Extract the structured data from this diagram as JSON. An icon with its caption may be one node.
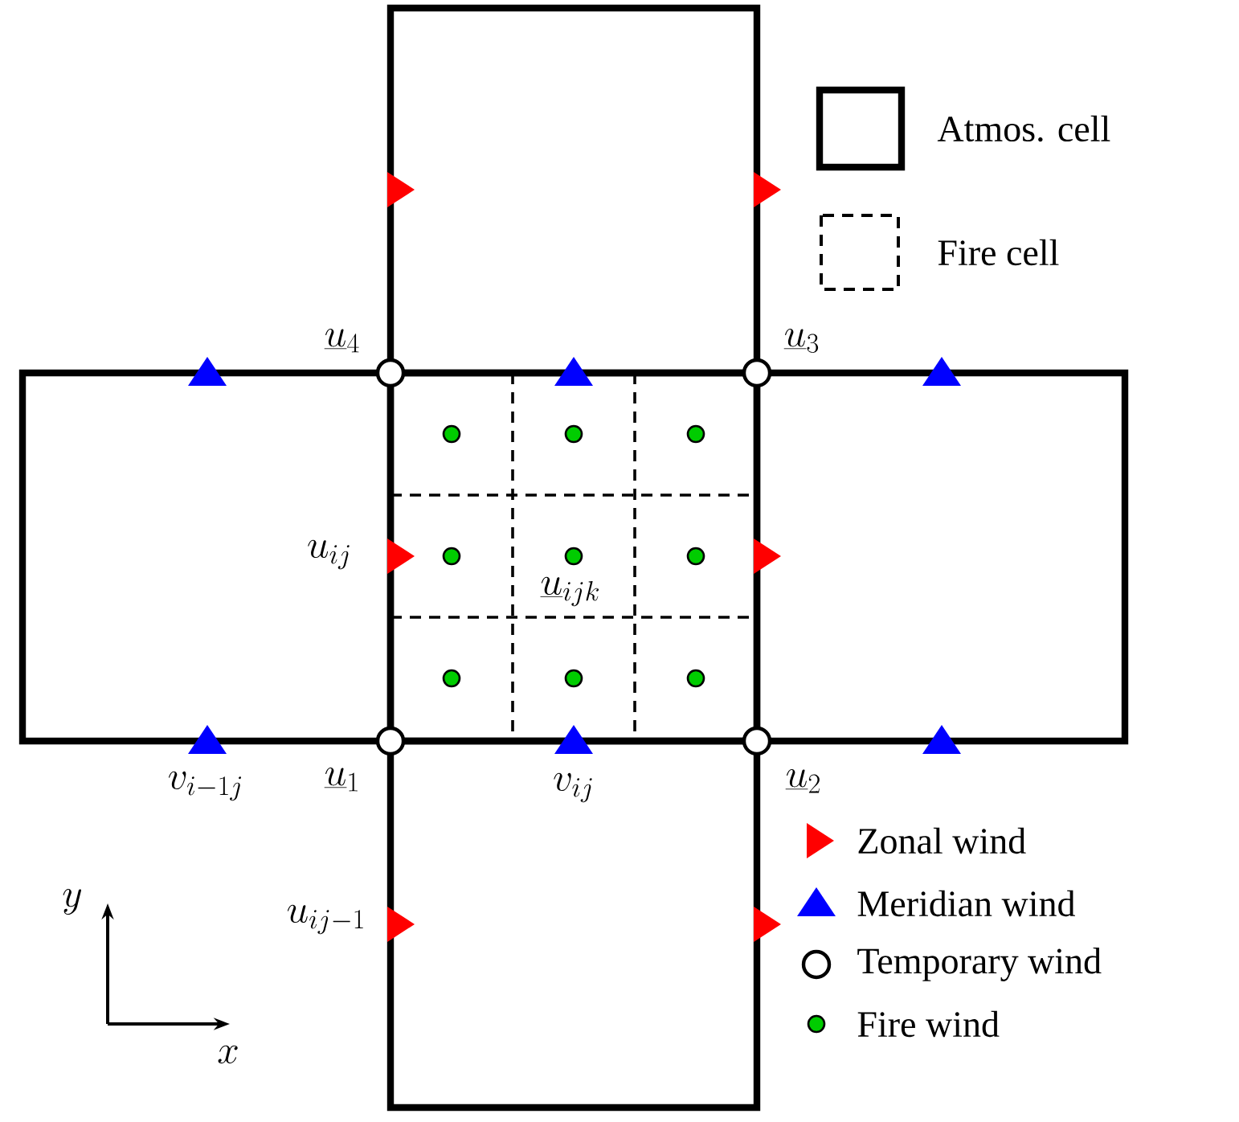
{
  "diagram": {
    "labels": [
      "\\underline{u}_4",
      "\\underline{u}_3",
      "u_{ij}",
      "\\underline{u}_{ijk}",
      "v_{i-1j}",
      "\\underline{u}_1",
      "v_{ij}",
      "\\underline{u}_2",
      "u_{ij-1}",
      "y",
      "x"
    ],
    "legend": [
      {
        "text": "Atmos. cell"
      },
      {
        "text": "Fire cell"
      },
      {
        "text": "Zonal wind"
      },
      {
        "text": "Meridian wind"
      },
      {
        "text": "Temporary wind"
      },
      {
        "text": "Fire wind"
      }
    ]
  }
}
